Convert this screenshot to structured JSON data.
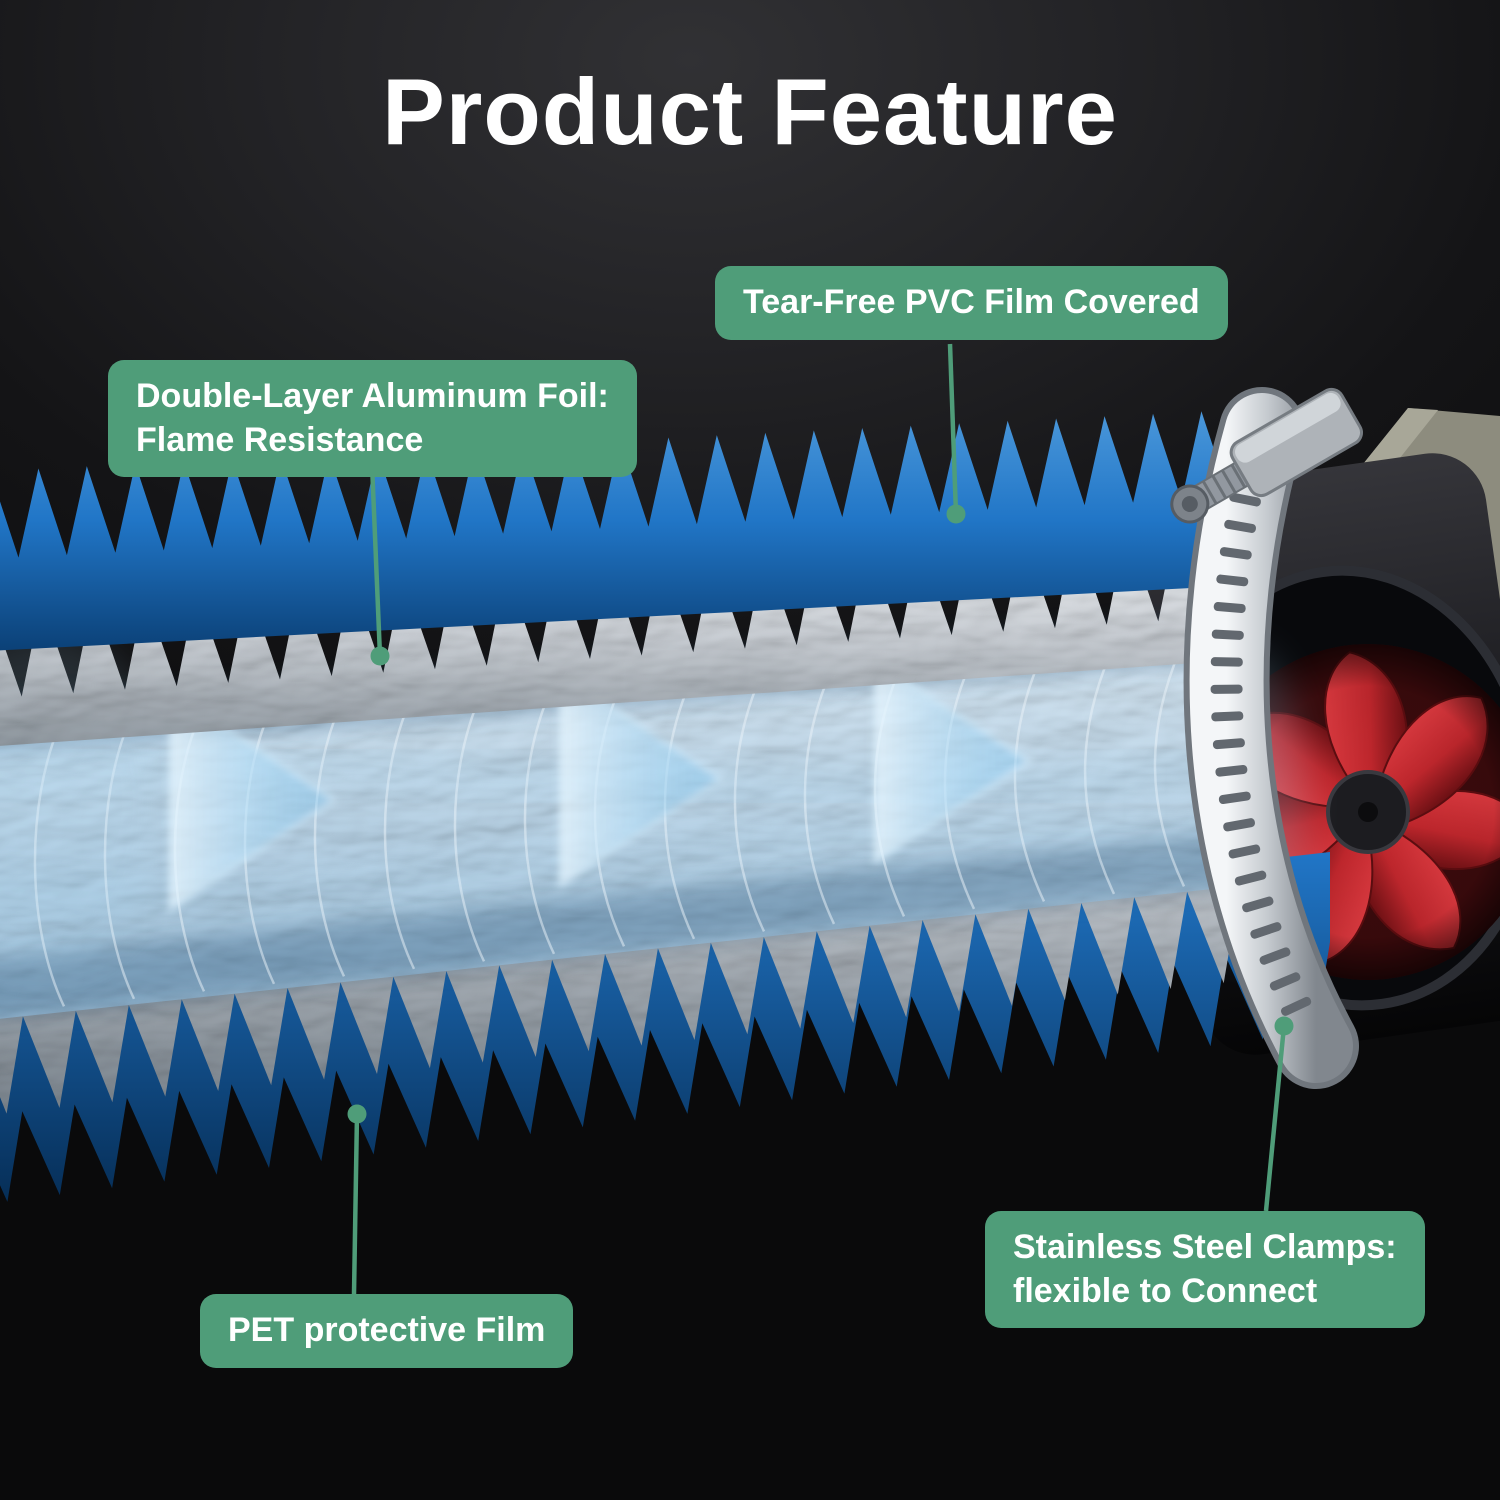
{
  "title": "Product Feature",
  "callouts": {
    "pvc_film": {
      "label": "Tear-Free PVC Film Covered"
    },
    "aluminum_foil": {
      "line1": "Double-Layer Aluminum Foil:",
      "line2": "Flame Resistance"
    },
    "steel_clamps": {
      "line1": "Stainless Steel Clamps:",
      "line2": "flexible to Connect"
    },
    "pet_film": {
      "label": "PET protective Film"
    }
  },
  "colors": {
    "background_dark": "#101012",
    "accent_green": "#4F9D79",
    "text_white": "#FFFFFF",
    "duct_blue": "#2176C7",
    "duct_blue_dark": "#0B4076",
    "foil_silver": "#C9CED4",
    "foil_shadow": "#8E979F",
    "airflow_blue": "#A8D8F5",
    "fan_red": "#C1272D",
    "fan_red_dark": "#6E1014",
    "housing_black": "#141417",
    "clamp_silver": "#D6DADE"
  },
  "diagram": {
    "parts": [
      "duct-outer-pvc-layer",
      "duct-aluminum-foil-layer",
      "duct-inner-airflow",
      "spiral-wire",
      "inline-duct-fan",
      "fan-impeller",
      "stainless-steel-clamp",
      "clamp-worm-screw",
      "mounting-bracket"
    ]
  }
}
